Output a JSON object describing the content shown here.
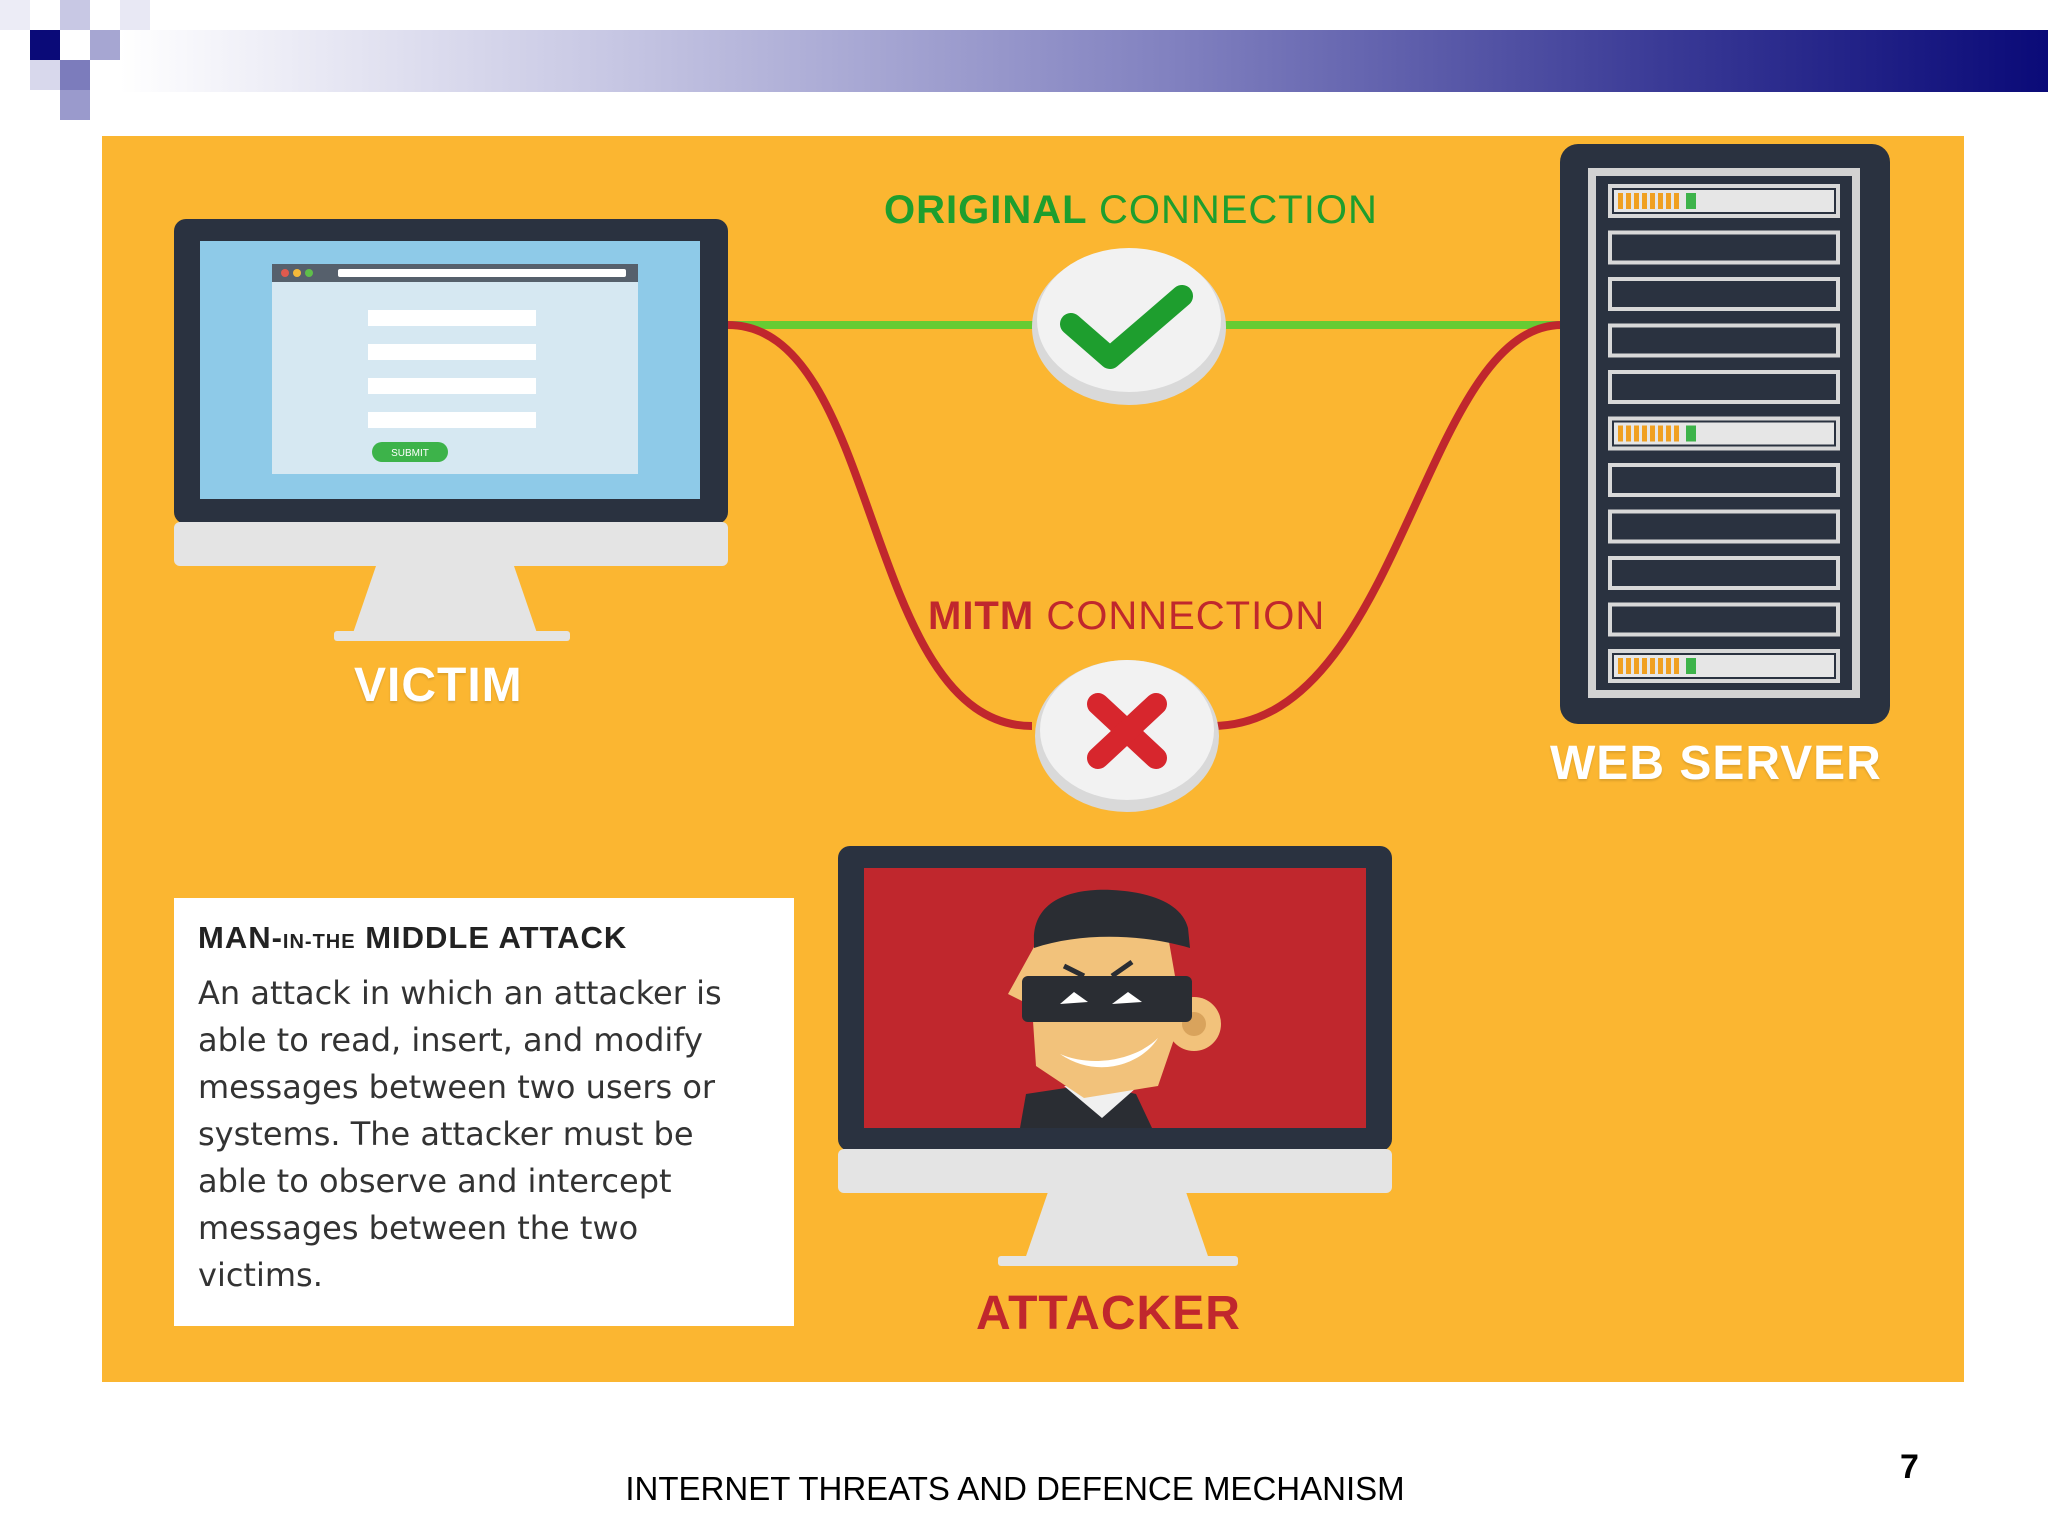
{
  "labels": {
    "original_bold": "ORIGINAL",
    "original_rest": "CONNECTION",
    "mitm_bold": "MITM",
    "mitm_rest": "CONNECTION",
    "victim": "VICTIM",
    "web_server": "WEB SERVER",
    "attacker": "ATTACKER",
    "submit": "SUBMIT"
  },
  "description": {
    "title_part1": "MAN-",
    "title_small": "IN-THE",
    "title_part2": " MIDDLE ATTACK",
    "body": "An attack in which an attacker is able to read, insert, and modify messages between two users or systems. The attacker must be able to observe and intercept messages between the two victims."
  },
  "footer": {
    "title": "INTERNET THREATS AND DEFENCE MECHANISM",
    "page_number": "7"
  },
  "colors": {
    "background": "#fbb631",
    "original_line": "#66cc33",
    "mitm_line": "#c0272d",
    "check": "#1e9e2e",
    "cross": "#d7262d",
    "attacker_screen": "#c0272d"
  }
}
